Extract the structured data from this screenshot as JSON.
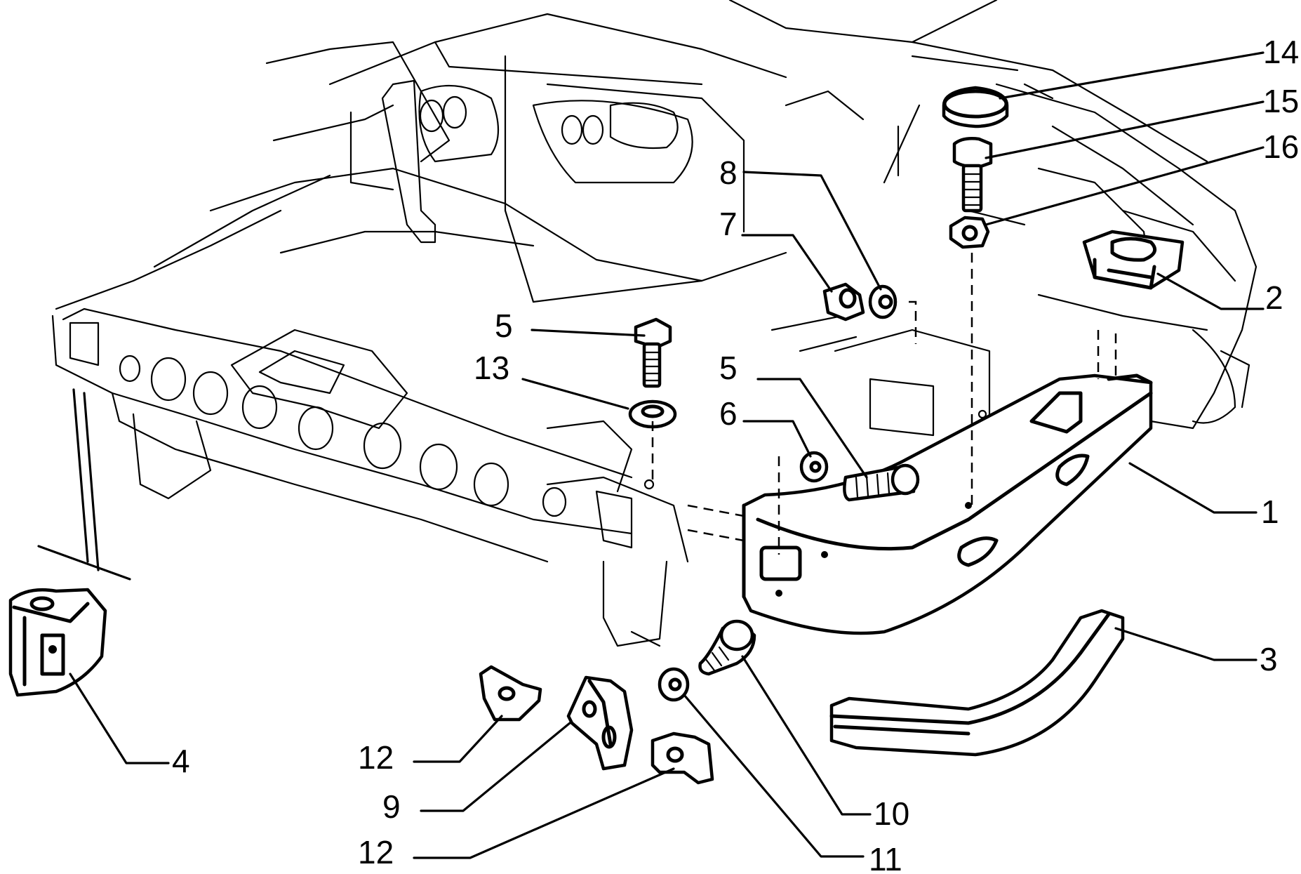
{
  "callouts": [
    {
      "id": "1",
      "text": "1"
    },
    {
      "id": "2",
      "text": "2"
    },
    {
      "id": "3",
      "text": "3"
    },
    {
      "id": "4",
      "text": "4"
    },
    {
      "id": "5a",
      "text": "5"
    },
    {
      "id": "5b",
      "text": "5"
    },
    {
      "id": "6",
      "text": "6"
    },
    {
      "id": "7",
      "text": "7"
    },
    {
      "id": "8",
      "text": "8"
    },
    {
      "id": "9",
      "text": "9"
    },
    {
      "id": "10",
      "text": "10"
    },
    {
      "id": "11",
      "text": "11"
    },
    {
      "id": "12a",
      "text": "12"
    },
    {
      "id": "12b",
      "text": "12"
    },
    {
      "id": "13",
      "text": "13"
    },
    {
      "id": "14",
      "text": "14"
    },
    {
      "id": "15",
      "text": "15"
    },
    {
      "id": "16",
      "text": "16"
    }
  ]
}
